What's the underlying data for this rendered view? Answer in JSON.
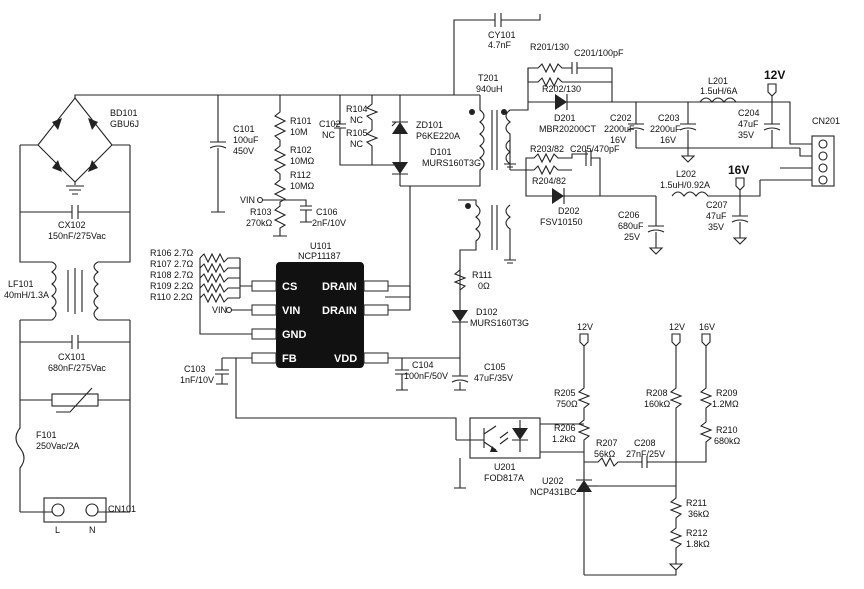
{
  "components": {
    "bd101": [
      "BD101",
      "GBU6J"
    ],
    "cx102": [
      "CX102",
      "150nF/275Vac"
    ],
    "lf101": [
      "LF101",
      "40mH/1.3A"
    ],
    "cx101": [
      "CX101",
      "680nF/275Vac"
    ],
    "f101": [
      "F101",
      "250Vac/2A"
    ],
    "cn101": "CN101",
    "cn101_pins": [
      "L",
      "N"
    ],
    "c101": [
      "C101",
      "100uF",
      "450V"
    ],
    "r101": [
      "R101",
      "10M"
    ],
    "r102": [
      "R102",
      "10MΩ"
    ],
    "r112": [
      "R112",
      "10MΩ"
    ],
    "r103": [
      "R103",
      "270kΩ"
    ],
    "c106": [
      "C106",
      "2nF/10V"
    ],
    "c102": [
      "C102",
      "NC"
    ],
    "r104": [
      "R104",
      "NC"
    ],
    "r105": [
      "R105",
      "NC"
    ],
    "zd101": [
      "ZD101",
      "P6KE220A"
    ],
    "d101": [
      "D101",
      "MURS160T3G"
    ],
    "cy101": [
      "CY101",
      "4.7nF"
    ],
    "t201": [
      "T201",
      "940uH"
    ],
    "r201": "R201/130",
    "c201": "C201/100pF",
    "r202": "R202/130",
    "d201": [
      "D201",
      "MBR20200CT"
    ],
    "c202": [
      "C202",
      "2200uF",
      "16V"
    ],
    "c203": [
      "C203",
      "2200uF",
      "16V"
    ],
    "l201": [
      "L201",
      "1.5uH/6A"
    ],
    "c204": [
      "C204",
      "47uF",
      "35V"
    ],
    "cn201": "CN201",
    "out12": "12V",
    "out16": "16V",
    "r203": "R203/82",
    "c205": "C205/470pF",
    "r204": "R204/82",
    "d202": [
      "D202",
      "FSV10150"
    ],
    "c206": [
      "C206",
      "680uF",
      "25V"
    ],
    "l202": [
      "L202",
      "1.5uH/0.92A"
    ],
    "c207": [
      "C207",
      "47uF",
      "35V"
    ],
    "u101": [
      "U101",
      "NCP11187"
    ],
    "u101_pins": [
      "CS",
      "VIN",
      "GND",
      "FB",
      "DRAIN",
      "DRAIN",
      "VDD"
    ],
    "r106": "R106 2.7Ω",
    "r107": "R107 2.7Ω",
    "r108": "R108 2.7Ω",
    "r109": "R109 2.2Ω",
    "r110": "R110 2.2Ω",
    "vin1": "VIN",
    "vin2": "VIN",
    "r111": [
      "R111",
      "0Ω"
    ],
    "d102": [
      "D102",
      "MURS160T3G"
    ],
    "c103": [
      "C103",
      "1nF/10V"
    ],
    "c104": [
      "C104",
      "100nF/50V"
    ],
    "c105": [
      "C105",
      "47uF/35V"
    ],
    "u201": [
      "U201",
      "FOD817A"
    ],
    "u202": [
      "U202",
      "NCP431BC"
    ],
    "r205": [
      "R205",
      "750Ω"
    ],
    "r206": [
      "R206",
      "1.2kΩ"
    ],
    "r207": [
      "R207",
      "56kΩ"
    ],
    "c208": [
      "C208",
      "27nF/25V"
    ],
    "r208": [
      "R208",
      "160kΩ"
    ],
    "r209": [
      "R209",
      "1.2MΩ"
    ],
    "r210": [
      "R210",
      "680kΩ"
    ],
    "r211": [
      "R211",
      "36kΩ"
    ],
    "r212": [
      "R212",
      "1.8kΩ"
    ],
    "rail12a": "12V",
    "rail12b": "12V",
    "rail16b": "16V"
  }
}
